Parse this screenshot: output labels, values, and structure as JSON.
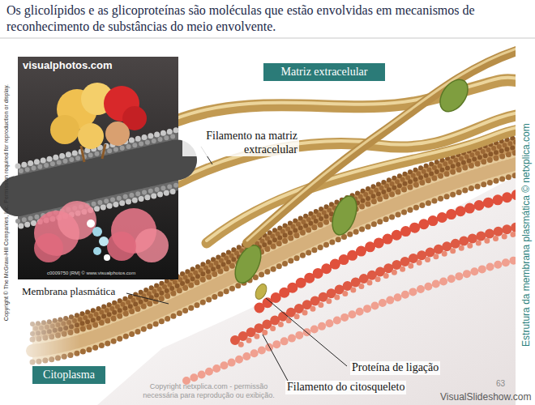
{
  "diagram": {
    "title": "Os glicolípidos e as glicoproteínas são moléculas que estão envolvidas em mecanismos de reconhecimento de substâncias do meio envolvente.",
    "nodes": [
      {
        "text": [
          "Matriz extracelular"
        ]
      },
      {
        "text": [
          "Citoplasma"
        ]
      }
    ],
    "labels": [
      "visualphotos.com",
      "c0009750 [RM] © www.visualphotos.com",
      "Copyright © The McGraw-Hill Companies, Inc. Permission required for reproduction or display.",
      "Filamento na matriz extracelular",
      "Membrana plasmática",
      "Proteína de ligação",
      "Filamento do citosqueleto",
      "Estrutura da membrana plasmática © netxplica.com",
      "Copyright netxplica.com - permissão necessária para reprodução ou exibição.",
      "63",
      "VisualSlideshow.com"
    ]
  }
}
